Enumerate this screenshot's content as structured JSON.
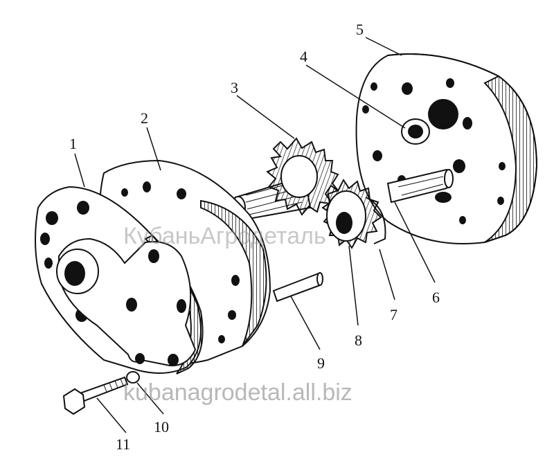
{
  "callouts": [
    {
      "id": "1",
      "label": "1"
    },
    {
      "id": "2",
      "label": "2"
    },
    {
      "id": "3",
      "label": "3"
    },
    {
      "id": "4",
      "label": "4"
    },
    {
      "id": "5",
      "label": "5"
    },
    {
      "id": "6",
      "label": "6"
    },
    {
      "id": "7",
      "label": "7"
    },
    {
      "id": "8",
      "label": "8"
    },
    {
      "id": "9",
      "label": "9"
    },
    {
      "id": "10",
      "label": "10"
    },
    {
      "id": "11",
      "label": "11"
    }
  ],
  "watermarks": {
    "brand": "КубаньАгродеталь",
    "site": "kubanagrodetal.all.biz"
  }
}
